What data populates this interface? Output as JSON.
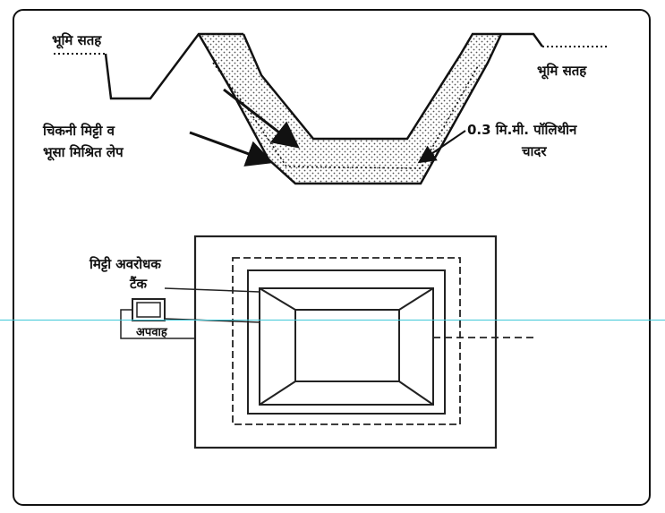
{
  "labels": {
    "ground_left": "भूमि सतह",
    "ground_right": "भूमि सतह",
    "clay_line1": "चिकनी मिट्टी व",
    "clay_line2": "भूसा मिश्रित लेप",
    "sheet_line1": "0.3 मि.मी. पॉलिथीन",
    "sheet_line2": "चादर",
    "tank_line1": "मिट्टी अवरोधक",
    "tank_line2": "टैंक",
    "outlet": "अपवाह"
  },
  "colors": {
    "ink": "#111111",
    "guide_line": "#3ec8d8",
    "stipple": "#555555"
  }
}
